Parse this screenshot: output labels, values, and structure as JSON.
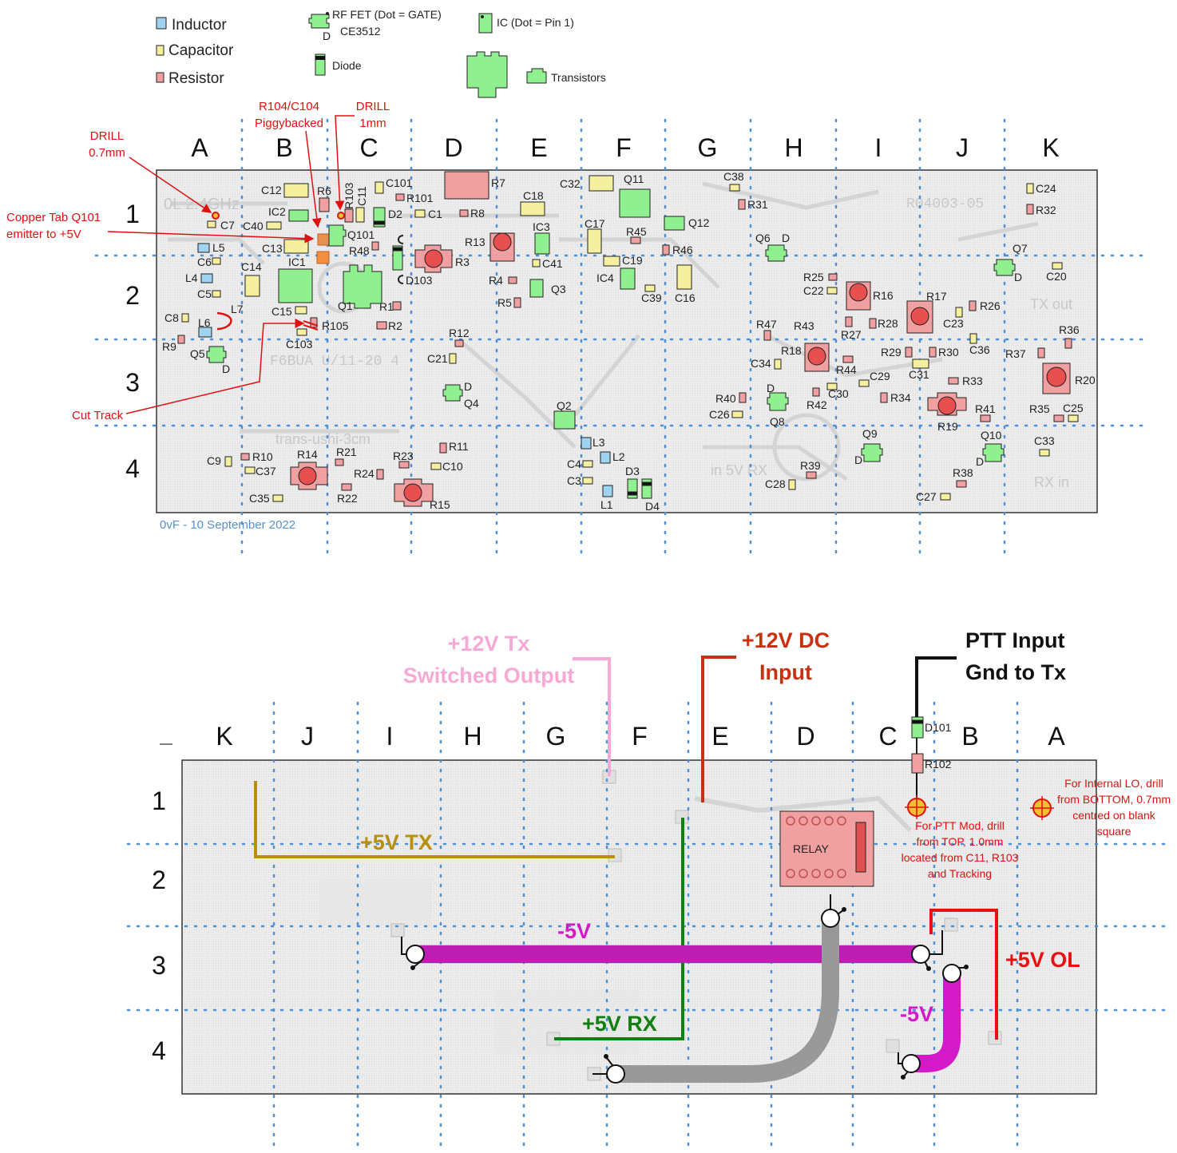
{
  "legend": {
    "inductor": "Inductor",
    "capacitor": "Capacitor",
    "resistor": "Resistor",
    "rffet_line1": "RF FET (Dot = GATE)",
    "rffet_line2": "CE3512",
    "rffet_d": "D",
    "ic": "IC (Dot = Pin 1)",
    "diode": "Diode",
    "transistors": "Transistors"
  },
  "colors": {
    "inductor": "#9fd3f0",
    "capacitor": "#f5f0a0",
    "resistor": "#f0a0a0",
    "active": "#90f090",
    "drill": "#e01010"
  },
  "top": {
    "columns": [
      "A",
      "B",
      "C",
      "D",
      "E",
      "F",
      "G",
      "H",
      "I",
      "J",
      "K"
    ],
    "rows": [
      "1",
      "2",
      "3",
      "4"
    ],
    "notes": {
      "drill07_1": "DRILL",
      "drill07_2": "0.7mm",
      "piggy_1": "R104/C104",
      "piggy_2": "Piggybacked",
      "drill1_1": "DRILL",
      "drill1_2": "1mm",
      "copper_1": "Copper Tab Q101",
      "copper_2": "emitter to +5V",
      "cut": "Cut Track"
    },
    "signature": "0vF - 10 September 2022",
    "parts": {
      "C7": "C7",
      "L5": "L5",
      "C6": "C6",
      "L4": "L4",
      "C5": "C5",
      "C8": "C8",
      "R9": "R9",
      "L6": "L6",
      "L7": "L7",
      "Q5": "Q5",
      "D_q5": "D",
      "C12": "C12",
      "R6": "R6",
      "IC2": "IC2",
      "C40": "C40",
      "C13": "C13",
      "IC1": "IC1",
      "C14": "C14",
      "C15": "C15",
      "R105": "R105",
      "C103": "C103",
      "R103": "R103",
      "C11": "C11",
      "C101": "C101",
      "R101": "R101",
      "D2": "D2",
      "C1": "C1",
      "Q101": "Q101",
      "R48": "R48",
      "Q1": "Q1",
      "D103": "D103",
      "R1": "R1",
      "R2": "R2",
      "R7": "R7",
      "R8": "R8",
      "R3": "R3",
      "R13": "R13",
      "R4": "R4",
      "R5": "R5",
      "R12": "R12",
      "C21": "C21",
      "Q4": "Q4",
      "D_q4": "D",
      "C18": "C18",
      "IC3": "IC3",
      "C41": "C41",
      "Q3": "Q3",
      "C32": "C32",
      "Q11": "Q11",
      "C17": "C17",
      "R45": "R45",
      "C19": "C19",
      "IC4": "IC4",
      "C39": "C39",
      "C16": "C16",
      "Q12": "Q12",
      "R46": "R46",
      "Q2": "Q2",
      "C38": "C38",
      "R31": "R31",
      "Q6": "Q6",
      "D_q6": "D",
      "R47": "R47",
      "R25": "R25",
      "C22": "C22",
      "R16": "R16",
      "R43": "R43",
      "R27": "R27",
      "R28": "R28",
      "R18": "R18",
      "C34": "C34",
      "R44": "R44",
      "C29": "C29",
      "C30": "C30",
      "R42": "R42",
      "R40": "R40",
      "C26": "C26",
      "Q8": "Q8",
      "D_q8": "D",
      "R34": "R34",
      "R17": "R17",
      "C23": "C23",
      "R26": "R26",
      "R29": "R29",
      "R30": "R30",
      "C36": "C36",
      "C31": "C31",
      "R33": "R33",
      "R19": "R19",
      "R41": "R41",
      "C24": "C24",
      "R32": "R32",
      "Q7": "Q7",
      "D_q7": "D",
      "C20": "C20",
      "R36": "R36",
      "R37": "R37",
      "R20": "R20",
      "R35": "R35",
      "C25": "C25",
      "Q10": "Q10",
      "D_q10": "D",
      "C33": "C33",
      "R38": "R38",
      "C27": "C27",
      "Q9": "Q9",
      "D_q9": "D",
      "R39": "R39",
      "C28": "C28",
      "C9": "C9",
      "R10": "R10",
      "C37": "C37",
      "R14": "R14",
      "R21": "R21",
      "R24": "R24",
      "C35": "C35",
      "R22": "R22",
      "R23": "R23",
      "R15": "R15",
      "R11": "R11",
      "C10": "C10",
      "L3": "L3",
      "L2": "L2",
      "C4": "C4",
      "C3": "C3",
      "L1": "L1",
      "D3": "D3",
      "D4": "D4"
    }
  },
  "bottom": {
    "columns": [
      "K",
      "J",
      "I",
      "H",
      "G",
      "F",
      "E",
      "D",
      "C",
      "B",
      "A"
    ],
    "rows": [
      "1",
      "2",
      "3",
      "4"
    ],
    "labels": {
      "tx12_1": "+12V Tx",
      "tx12_2": "Switched Output",
      "dc12_1": "+12V DC",
      "dc12_2": "Input",
      "ptt_1": "PTT Input",
      "ptt_2": "Gnd to Tx",
      "d101": "D101",
      "r102": "R102",
      "relay": "RELAY",
      "v5tx": "+5V TX",
      "m5v": "-5V",
      "v5rx": "+5V RX",
      "v5ol": "+5V OL",
      "m5v2": "-5V",
      "lo_1": "For Internal LO, drill",
      "lo_2": "from BOTTOM, 0.7mm",
      "lo_3": "centred on blank",
      "lo_4": "square",
      "ptt_mod_1": "For PTT Mod, drill",
      "ptt_mod_2": "from TOP, 1.0mm",
      "ptt_mod_3": "located from C11, R103",
      "ptt_mod_4": "and Tracking"
    },
    "wire_colors": {
      "tx12": "#f7a8d4",
      "dc12": "#c83010",
      "ptt": "#111111",
      "v5tx": "#b8900a",
      "m5v": "#d41ac8",
      "v5rx": "#118011",
      "gnd_coax": "#999999",
      "v5ol": "#e81010"
    }
  }
}
